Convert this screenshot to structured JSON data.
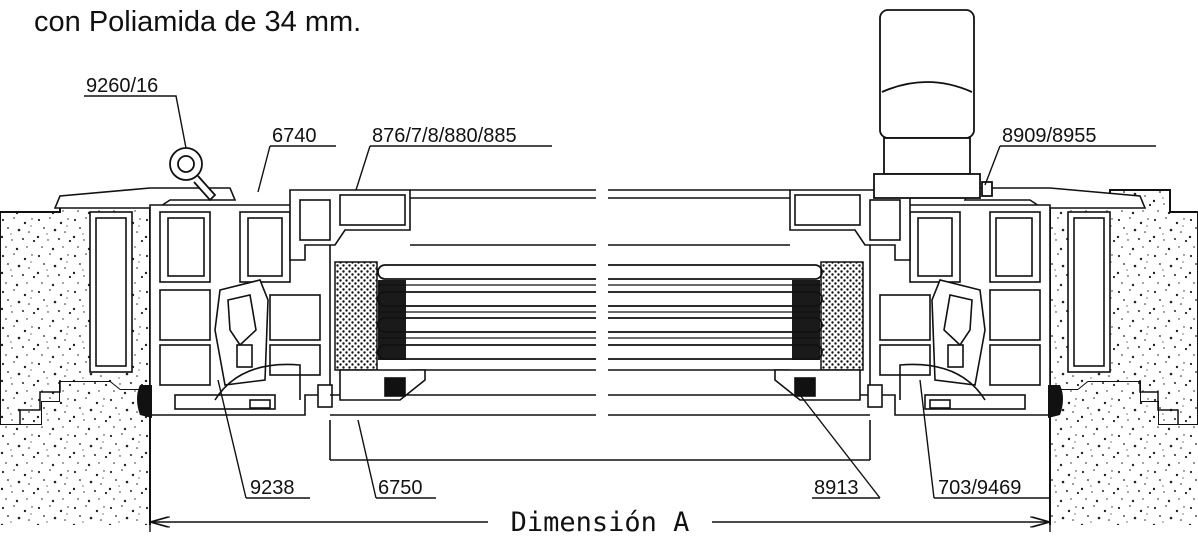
{
  "heading": "con Poliamida de 34 mm.",
  "callouts": {
    "hinge": "9260/16",
    "left_top": "6740",
    "center_top": "876/7/8/880/885",
    "right_top": "8909/8955",
    "left_bottom_a": "9238",
    "left_bottom_b": "6750",
    "right_bottom_a": "8913",
    "right_bottom_b": "703/9469"
  },
  "dimension_label": "Dimensión A"
}
